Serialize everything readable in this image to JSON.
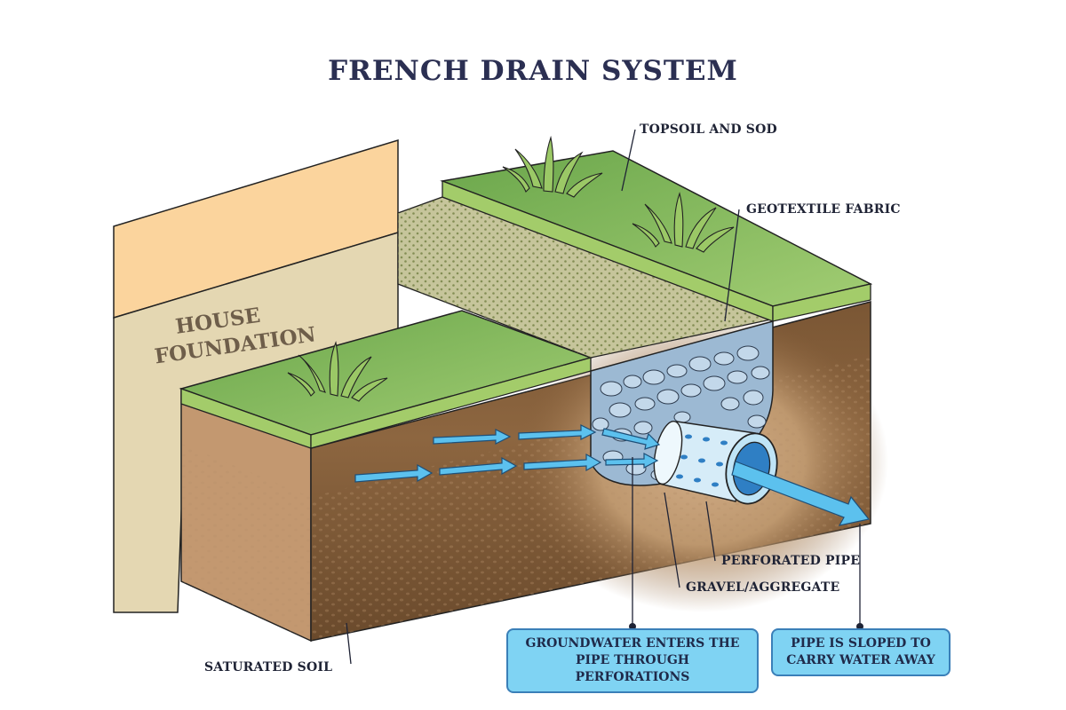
{
  "title": "FRENCH DRAIN SYSTEM",
  "house_label": [
    "HOUSE",
    "FOUNDATION"
  ],
  "labels": {
    "topsoil": "TOPSOIL AND SOD",
    "geotextile": "GEOTEXTILE FABRIC",
    "perforated_pipe": "PERFORATED PIPE",
    "gravel": "GRAVEL/AGGREGATE",
    "saturated_soil": "SATURATED SOIL"
  },
  "callouts": {
    "groundwater": [
      "GROUNDWATER ENTERS THE",
      "PIPE THROUGH PERFORATIONS"
    ],
    "sloped": [
      "PIPE IS SLOPED TO",
      "CARRY WATER AWAY"
    ]
  },
  "colors": {
    "title": "#2b2f52",
    "grass": "#8cc063",
    "soil": "#9b7350",
    "gravel": "#9cb9d3",
    "water_arrow": "#48b3e8",
    "callout_bg": "#7fd3f3"
  }
}
